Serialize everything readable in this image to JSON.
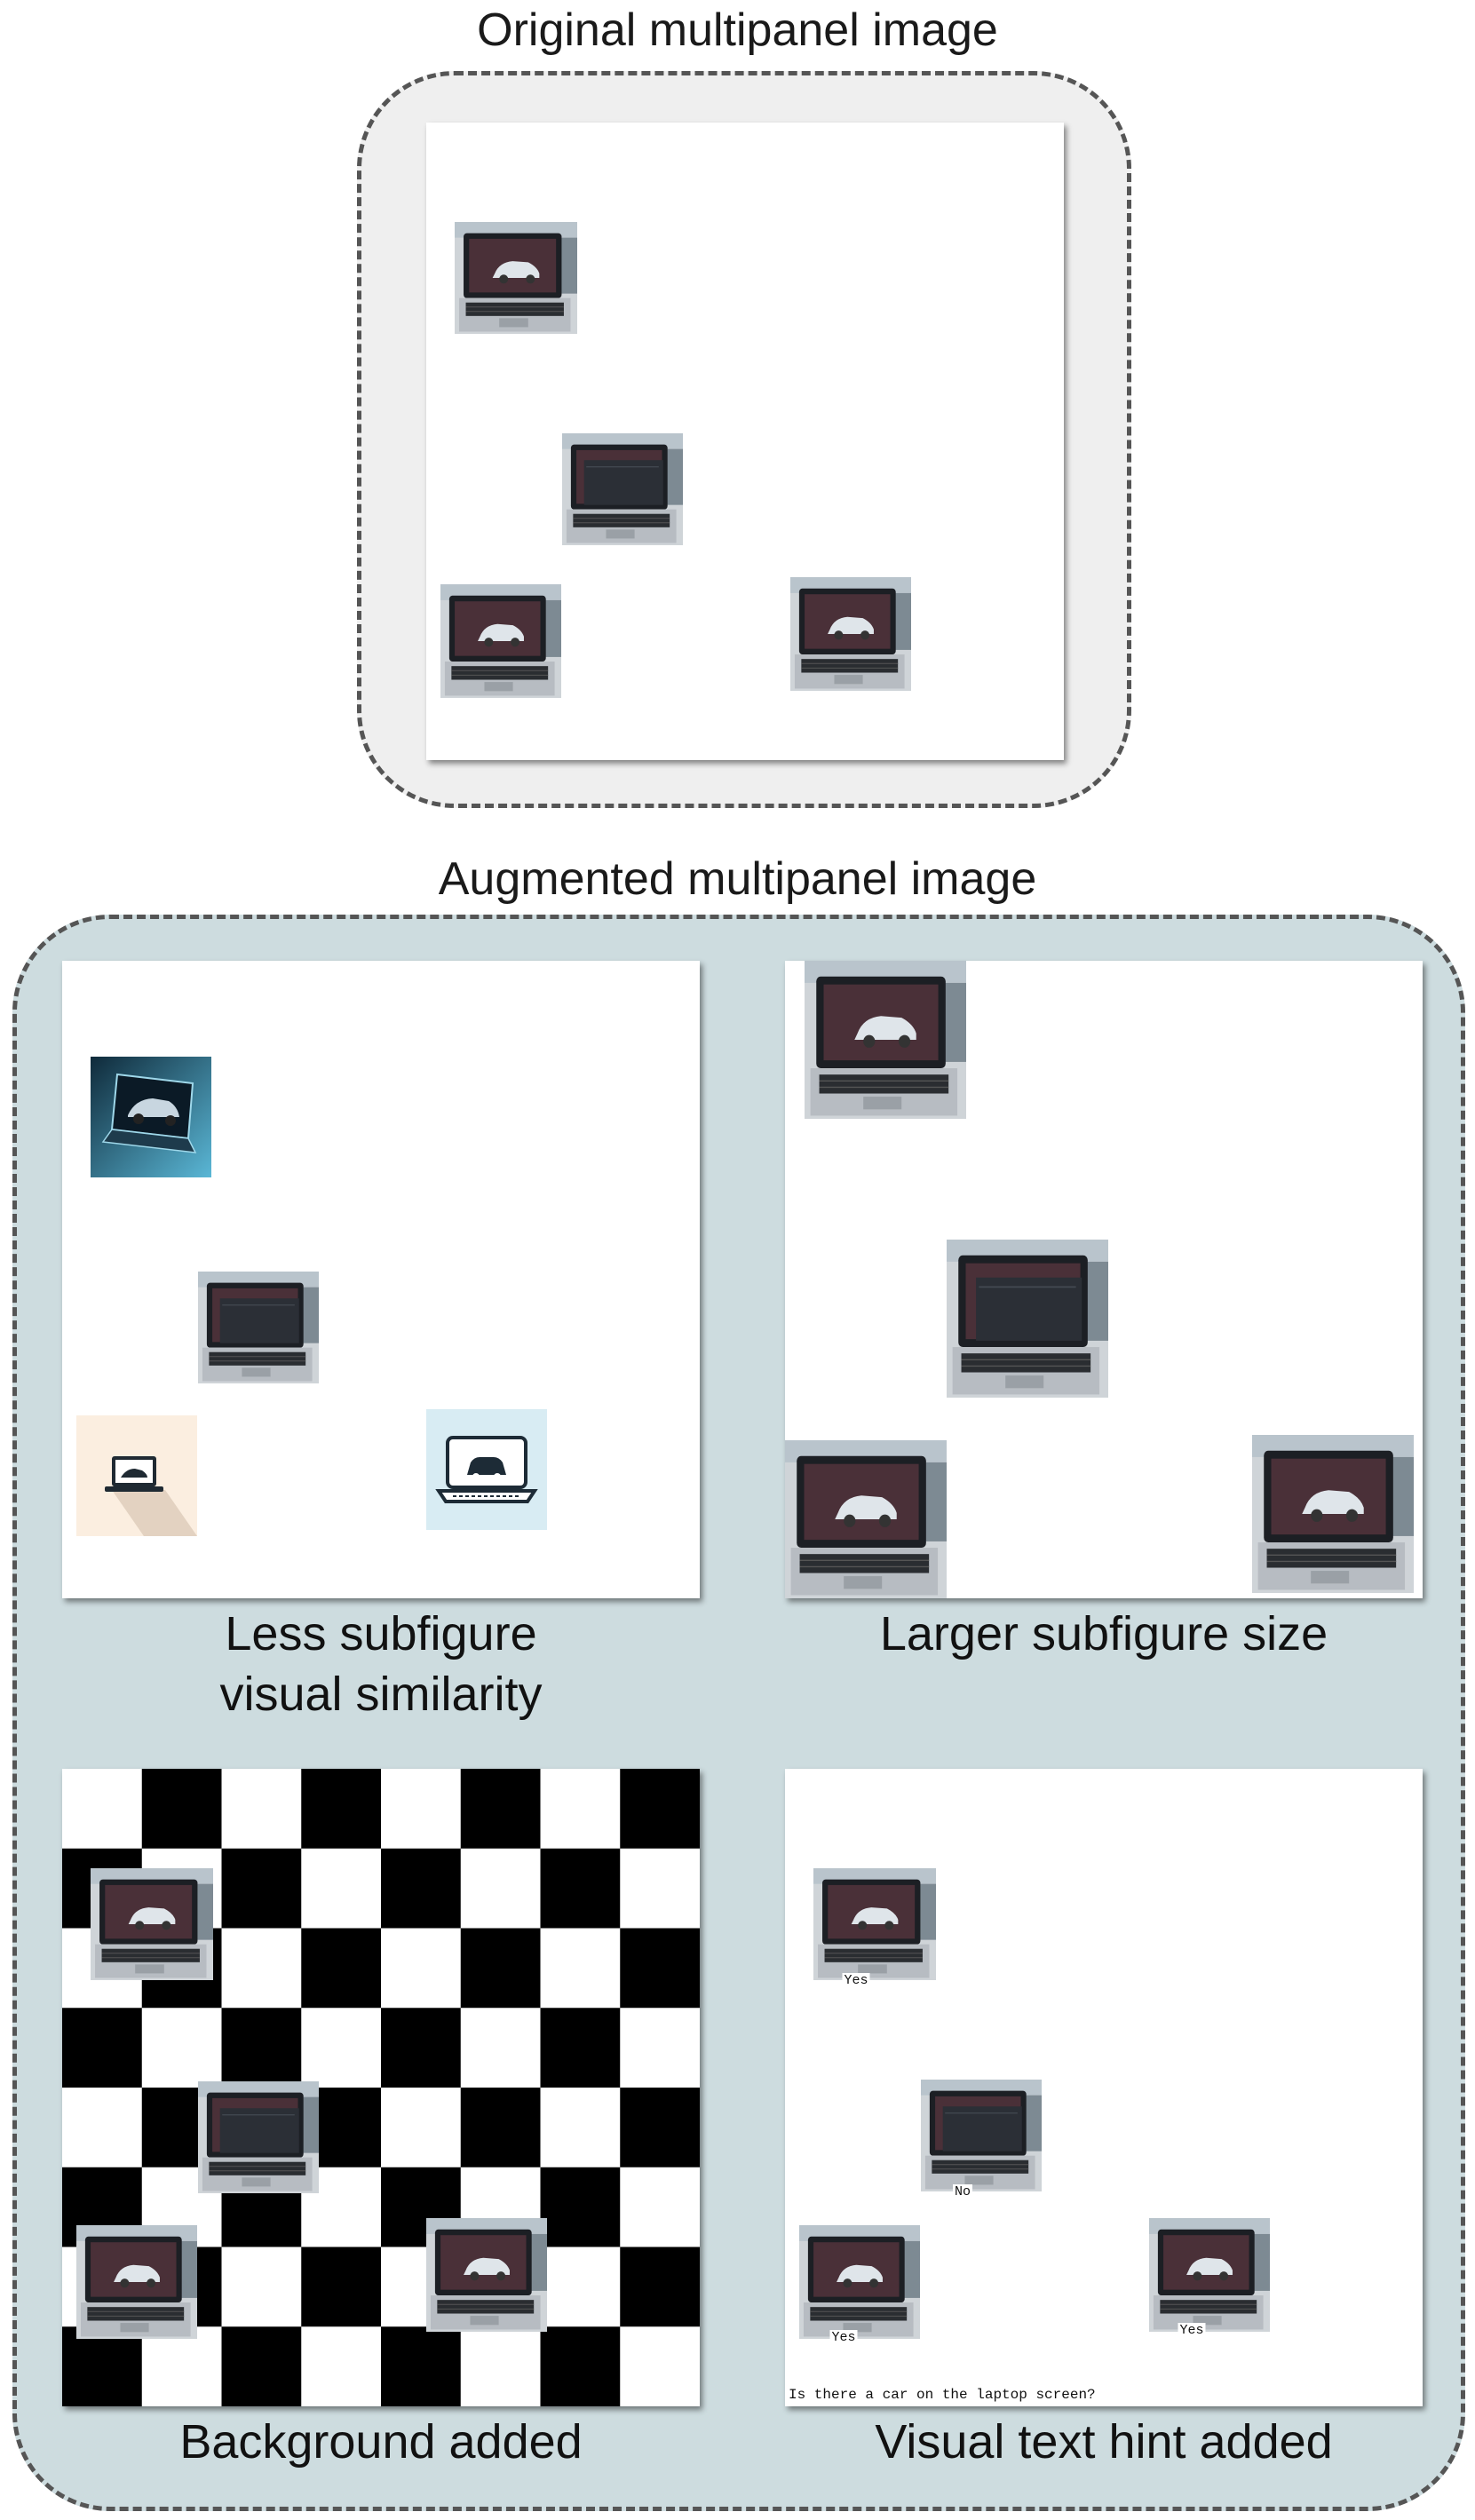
{
  "original": {
    "heading": "Original multipanel image"
  },
  "augmented": {
    "heading": "Augmented multipanel image",
    "panels": [
      {
        "caption_line1": "Less subfigure",
        "caption_line2": "visual similarity"
      },
      {
        "caption_line1": "Larger subfigure size",
        "caption_line2": ""
      },
      {
        "caption_line1": "Background added",
        "caption_line2": ""
      },
      {
        "caption_line1": "Visual text hint added",
        "caption_line2": ""
      }
    ],
    "hints": {
      "labels": [
        "Yes",
        "No",
        "Yes",
        "Yes"
      ],
      "question": "Is there a car on the laptop screen?"
    }
  },
  "colors": {
    "original_group_bg": "#efefef",
    "augmented_group_bg": "#cddcdf",
    "dash_border": "#555555"
  }
}
